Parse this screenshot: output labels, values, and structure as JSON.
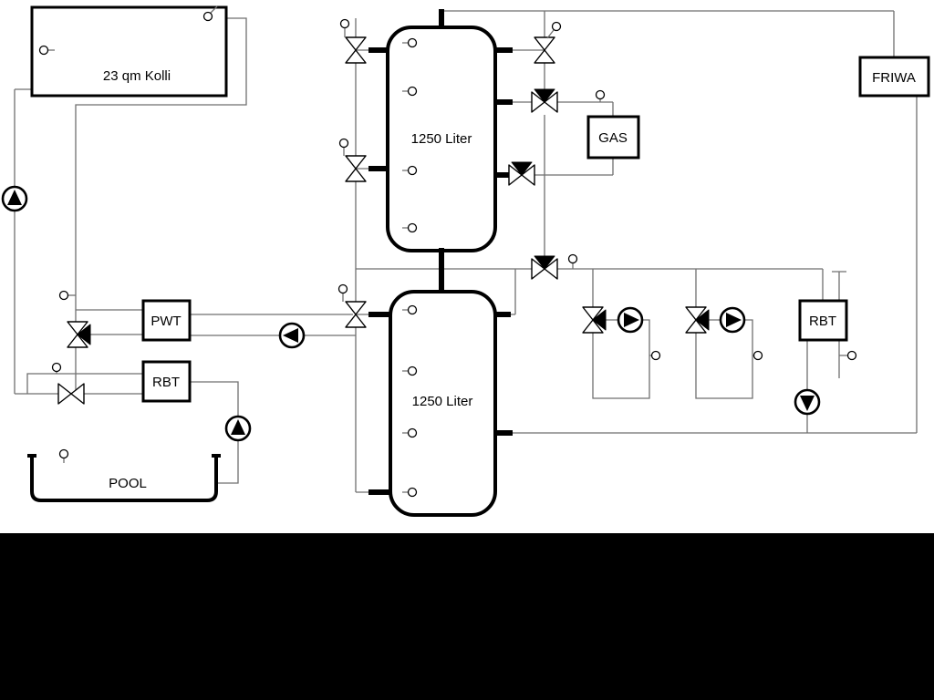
{
  "labels": {
    "collector": "23 qm Kolli",
    "tank_top": "1250 Liter",
    "tank_bottom": "1250 Liter",
    "gas": "GAS",
    "friwa": "FRIWA",
    "pwt": "PWT",
    "rbt_left": "RBT",
    "rbt_right": "RBT",
    "pool": "POOL"
  },
  "colors": {
    "background": "#ffffff",
    "pipe_line": "#6f6f6f",
    "outline": "#000000",
    "bottom_bar": "#000000"
  },
  "icons": {
    "pump": "circle-with-filled-triangle",
    "valve": "bowtie-two-triangles",
    "three_way_valve": "bowtie-with-filled-branch-triangle",
    "sensor": "small-circle-with-stem"
  },
  "components": {
    "pumps": [
      {
        "name": "solar-pump",
        "direction": "up"
      },
      {
        "name": "loading-pump",
        "direction": "left"
      },
      {
        "name": "pool-pump",
        "direction": "up"
      },
      {
        "name": "heating-pump-1",
        "direction": "right"
      },
      {
        "name": "heating-pump-2",
        "direction": "right"
      },
      {
        "name": "rbt-pump",
        "direction": "down"
      }
    ]
  }
}
